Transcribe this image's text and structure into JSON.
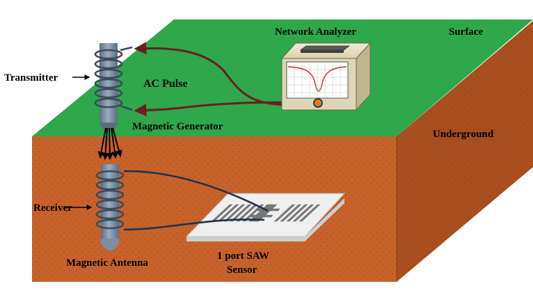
{
  "labels": {
    "network_analyzer": "Network Analyzer",
    "surface": "Surface",
    "transmitter": "Transmitter",
    "ac_pulse": "AC Pulse",
    "magnetic_generator": "Magnetic Generator",
    "underground": "Underground",
    "receiver": "Receiver",
    "magnetic_antenna": "Magnetic Antenna",
    "saw_sensor_line1": "1 port SAW",
    "saw_sensor_line2": "Sensor"
  },
  "colors": {
    "surface": "#2ea84a",
    "soil_front": "#c7622a",
    "soil_side": "#a94e1f",
    "cable_red": "#6b1e1e",
    "cable_blue": "#1f3350",
    "coil": "#3b4a5c",
    "rod": "#7c8ea4",
    "analyzer_body": "#ddd6b6",
    "trace": "#c0302a",
    "connector": "#e07a1e"
  }
}
